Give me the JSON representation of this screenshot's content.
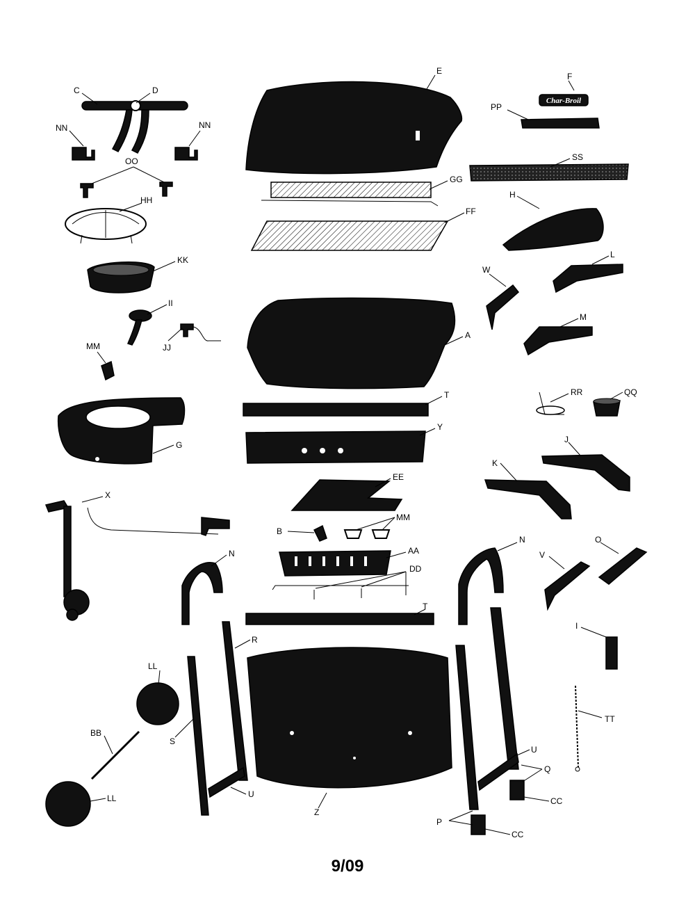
{
  "labels": {
    "a": "A",
    "b": "B",
    "c": "C",
    "d": "D",
    "e": "E",
    "f": "F",
    "g": "G",
    "h": "H",
    "i": "I",
    "j": "J",
    "k": "K",
    "l": "L",
    "m": "M",
    "n1": "N",
    "n2": "N",
    "o": "O",
    "p": "P",
    "q": "Q",
    "r": "R",
    "s": "S",
    "t1": "T",
    "t2": "T",
    "u1": "U",
    "u2": "U",
    "v": "V",
    "w": "W",
    "x": "X",
    "y": "Y",
    "z": "Z",
    "aa": "AA",
    "bb": "BB",
    "cc1": "CC",
    "cc2": "CC",
    "dd": "DD",
    "ee": "EE",
    "ff": "FF",
    "gg": "GG",
    "hh": "HH",
    "ii": "II",
    "jj": "JJ",
    "kk": "KK",
    "ll1": "LL",
    "ll2": "LL",
    "mm1": "MM",
    "mm2": "MM",
    "nn1": "NN",
    "nn2": "NN",
    "oo": "OO",
    "pp": "PP",
    "qq": "QQ",
    "rr": "RR",
    "ss": "SS",
    "tt": "TT"
  },
  "logo_text": "Char-Broil",
  "page_date": "9/09",
  "colors": {
    "ink": "#000000",
    "paper": "#ffffff"
  }
}
